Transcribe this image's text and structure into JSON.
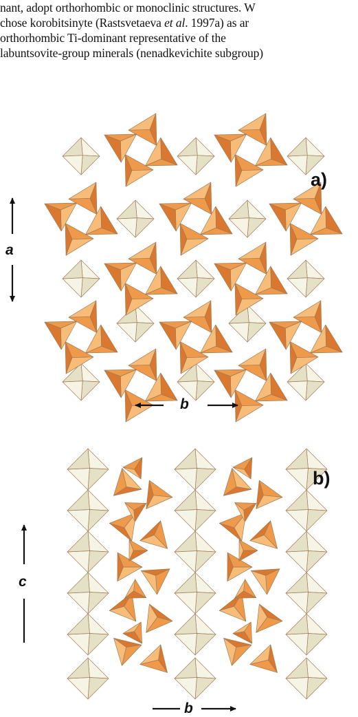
{
  "text": {
    "line1": "nant, adopt orthorhombic or monoclinic structures. W",
    "line2_a": "chose korobitsinyte (Rastsvetaeva ",
    "line2_em": "et al",
    "line2_b": ". 1997a) as ar",
    "line3": "orthorhombic Ti-dominant representative of the",
    "line4": "labuntsovite-group minerals (nenadkevichite subgroup)"
  },
  "figure": {
    "panel_a": {
      "label": "a)",
      "vertical_axis": "a",
      "horizontal_axis": "b"
    },
    "panel_b": {
      "label": "b)",
      "vertical_axis": "c",
      "horizontal_axis": "b"
    }
  },
  "colors": {
    "orange_dark": "#d9782e",
    "orange_mid": "#ee9a4a",
    "orange_light": "#f7bd78",
    "cream_dark": "#e4e1c6",
    "cream_light": "#f6f4e4",
    "edge": "#a07a55"
  }
}
